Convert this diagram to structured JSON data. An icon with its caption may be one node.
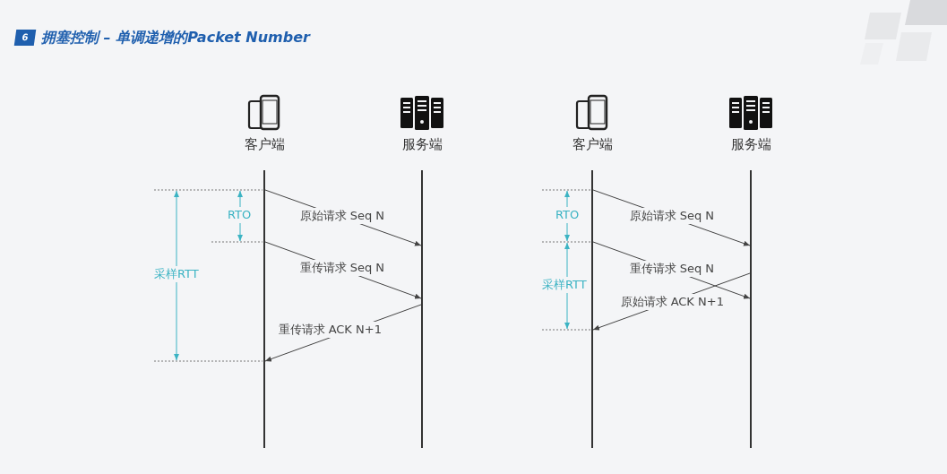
{
  "diagram": {
    "title": "拥塞控制 – 单调递增的Packet Number",
    "nodes": [
      {
        "text": [],
        "shape": "bar",
        "beside": [
          "客户端"
        ]
      },
      {
        "text": [],
        "shape": "bar",
        "beside": [
          "服务端"
        ]
      },
      {
        "text": [],
        "shape": "bar",
        "beside": [
          "客户端"
        ]
      },
      {
        "text": [],
        "shape": "bar",
        "beside": [
          "服务端"
        ]
      }
    ],
    "edges": [
      {
        "from": 0,
        "to": 1,
        "arrow": "to",
        "label": "原始请求 Seq N"
      },
      {
        "from": 0,
        "to": 1,
        "arrow": "to",
        "label": "重传请求 Seq N"
      },
      {
        "from": 1,
        "to": 0,
        "arrow": "to",
        "label": "重传请求 ACK N+1"
      },
      {
        "from": 2,
        "to": 3,
        "arrow": "to",
        "label": "原始请求 Seq N"
      },
      {
        "from": 2,
        "to": 3,
        "arrow": "to",
        "label": "重传请求 Seq N"
      },
      {
        "from": 3,
        "to": 2,
        "arrow": "to",
        "label": "原始请求 ACK N+1"
      }
    ],
    "labels": [
      "6",
      "RTO",
      "采样RTT",
      "RTO",
      "采样RTT"
    ]
  }
}
